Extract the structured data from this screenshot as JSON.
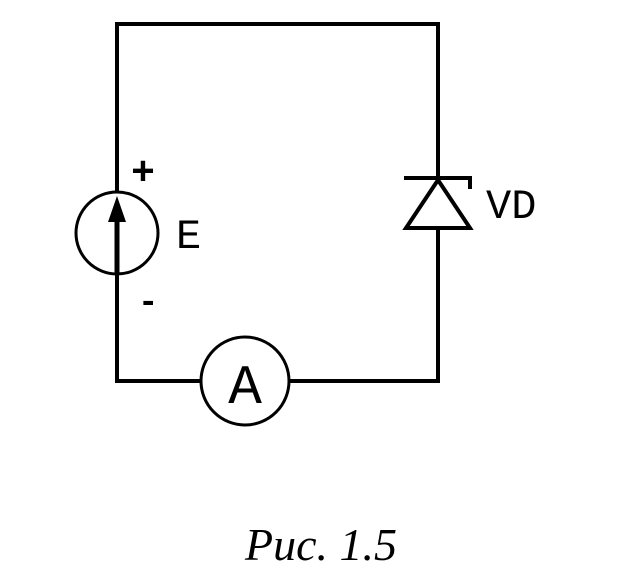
{
  "circuit": {
    "source_label": "E",
    "plus_sign": "+",
    "minus_sign": "-",
    "diode_label": "VD",
    "ammeter_label": "A"
  },
  "caption": "Рис. 1.5"
}
